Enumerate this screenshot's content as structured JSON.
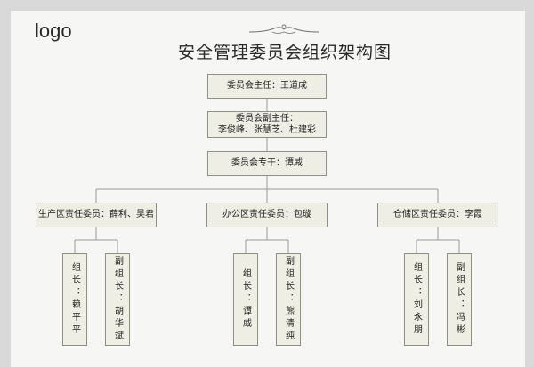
{
  "header": {
    "logo": "logo",
    "title": "安全管理委员会组织架构图"
  },
  "org": {
    "director": "委员会主任：王道成",
    "deputy_label": "委员会副主任：",
    "deputy_names": "李俊峰、张慧芝、杜建彩",
    "secretary": "委员会专干：谭威",
    "zones": [
      {
        "name": "生产区责任委员：薛利、吴君",
        "leader": "组长：赖平平",
        "deputy": "副组长：胡华斌"
      },
      {
        "name": "办公区责任委员：包璇",
        "leader": "组长：谭威",
        "deputy": "副组长：熊清纯"
      },
      {
        "name": "仓储区责任委员：李霞",
        "leader": "组长：刘永朋",
        "deputy": "副组长：冯彬"
      }
    ]
  },
  "colors": {
    "box_fill": "#efeee4",
    "box_border": "#8f8f88",
    "line": "#9a9a9a",
    "background": "#f6f6f4"
  }
}
